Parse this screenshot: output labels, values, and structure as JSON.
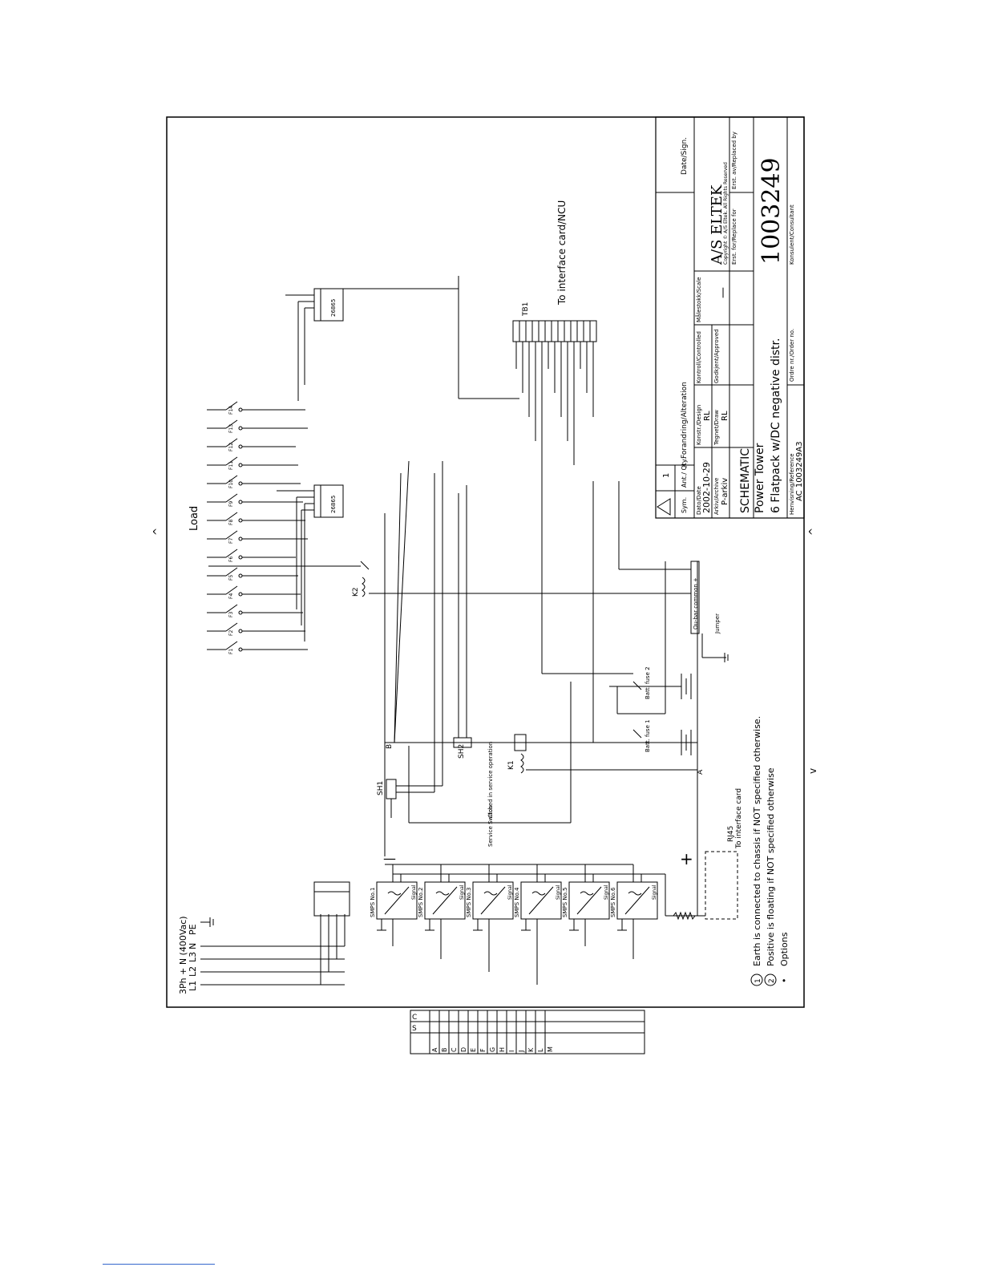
{
  "supply": {
    "title": "3Ph + N (400Vac)",
    "lines": [
      "L1",
      "L2",
      "L3",
      "N",
      "PE"
    ]
  },
  "smps_units": [
    "SMPS No.1",
    "SMPS No.2",
    "SMPS No.3",
    "SMPS No.4",
    "SMPS No.5",
    "SMPS No.6"
  ],
  "smps_signal_label": "Signal",
  "load": {
    "label": "Load",
    "breakers": [
      "F1",
      "F2",
      "F3",
      "F4",
      "F5",
      "F6",
      "F7",
      "F8",
      "F9",
      "F10",
      "F11",
      "F12",
      "F13",
      "F14"
    ]
  },
  "modules": [
    "26865",
    "26865"
  ],
  "terminal_block": {
    "label": "TB1",
    "destination": "To interface card/NCU"
  },
  "components": {
    "k2": "K2",
    "k1": "K1",
    "sh1": "SH1",
    "sh2": "SH2",
    "node_a": "A",
    "node_b": "B",
    "service_switch": "Service Switch",
    "service_note": "Closed in service operation",
    "batt_fuse_1": "Batt. fuse 1",
    "batt_fuse_2": "Batt. fuse 2",
    "ou_bar": "Ou-bar common +",
    "jumper": "Jumper",
    "rj45": "RJ45",
    "rj45_note": "To interface card",
    "minus_sign": "—",
    "plus_sign": "+"
  },
  "notes": [
    {
      "num": "1",
      "text": "Earth is connected to chassis if NOT specified otherwise."
    },
    {
      "num": "2",
      "text": "Positive is floating if NOT specified otherwise"
    },
    {
      "num": "•",
      "text": "Options"
    }
  ],
  "arrows": {
    "top": "^",
    "bottom": "v",
    "right": "<"
  },
  "revision_grid": {
    "headers": [
      "S",
      "C"
    ],
    "rows": [
      "A",
      "B",
      "C",
      "D",
      "E",
      "F",
      "G",
      "H",
      "I",
      "J",
      "K",
      "L",
      "M"
    ]
  },
  "title_block": {
    "company": "A/S ELTEK",
    "copyright": "Copyright © A/S Eltek.  All Rights Reserved",
    "date_sign": "Date/Sign.",
    "rev_num": "1",
    "sym": "Sym.",
    "ant": "Ant./ Qty.",
    "forandring": "Forandring/Alteration",
    "dato_label": "Dato/Date",
    "dato": "2002-10-29",
    "konstr_label": "Konstr./Design",
    "konstr": "RL",
    "kontroll_label": "Kontroll/Controlled",
    "malestokk_label": "Målestokk/Scale",
    "malestokk": "—",
    "arkiv_label": "Arkiv/Archive",
    "arkiv": "P-arkiv",
    "tegnet_label": "Tegnet/Draw",
    "tegnet": "RL",
    "godkjent_label": "Godkjent/Approved",
    "title1": "SCHEMATIC",
    "title2": "Power Tower",
    "title3": "6 Flatpack w/DC negative distr.",
    "erst_for_label": "Erst. for/Replace for",
    "erst_av_label": "Erst. av/Replaced by",
    "drawing_no": "1003249",
    "henvisning_label": "Henvisning/Reference",
    "henvisning": "AC 1003249A3",
    "ordre_label": "Ordre nr./Order no.",
    "konsulent_label": "Konsulent/Consultant"
  }
}
